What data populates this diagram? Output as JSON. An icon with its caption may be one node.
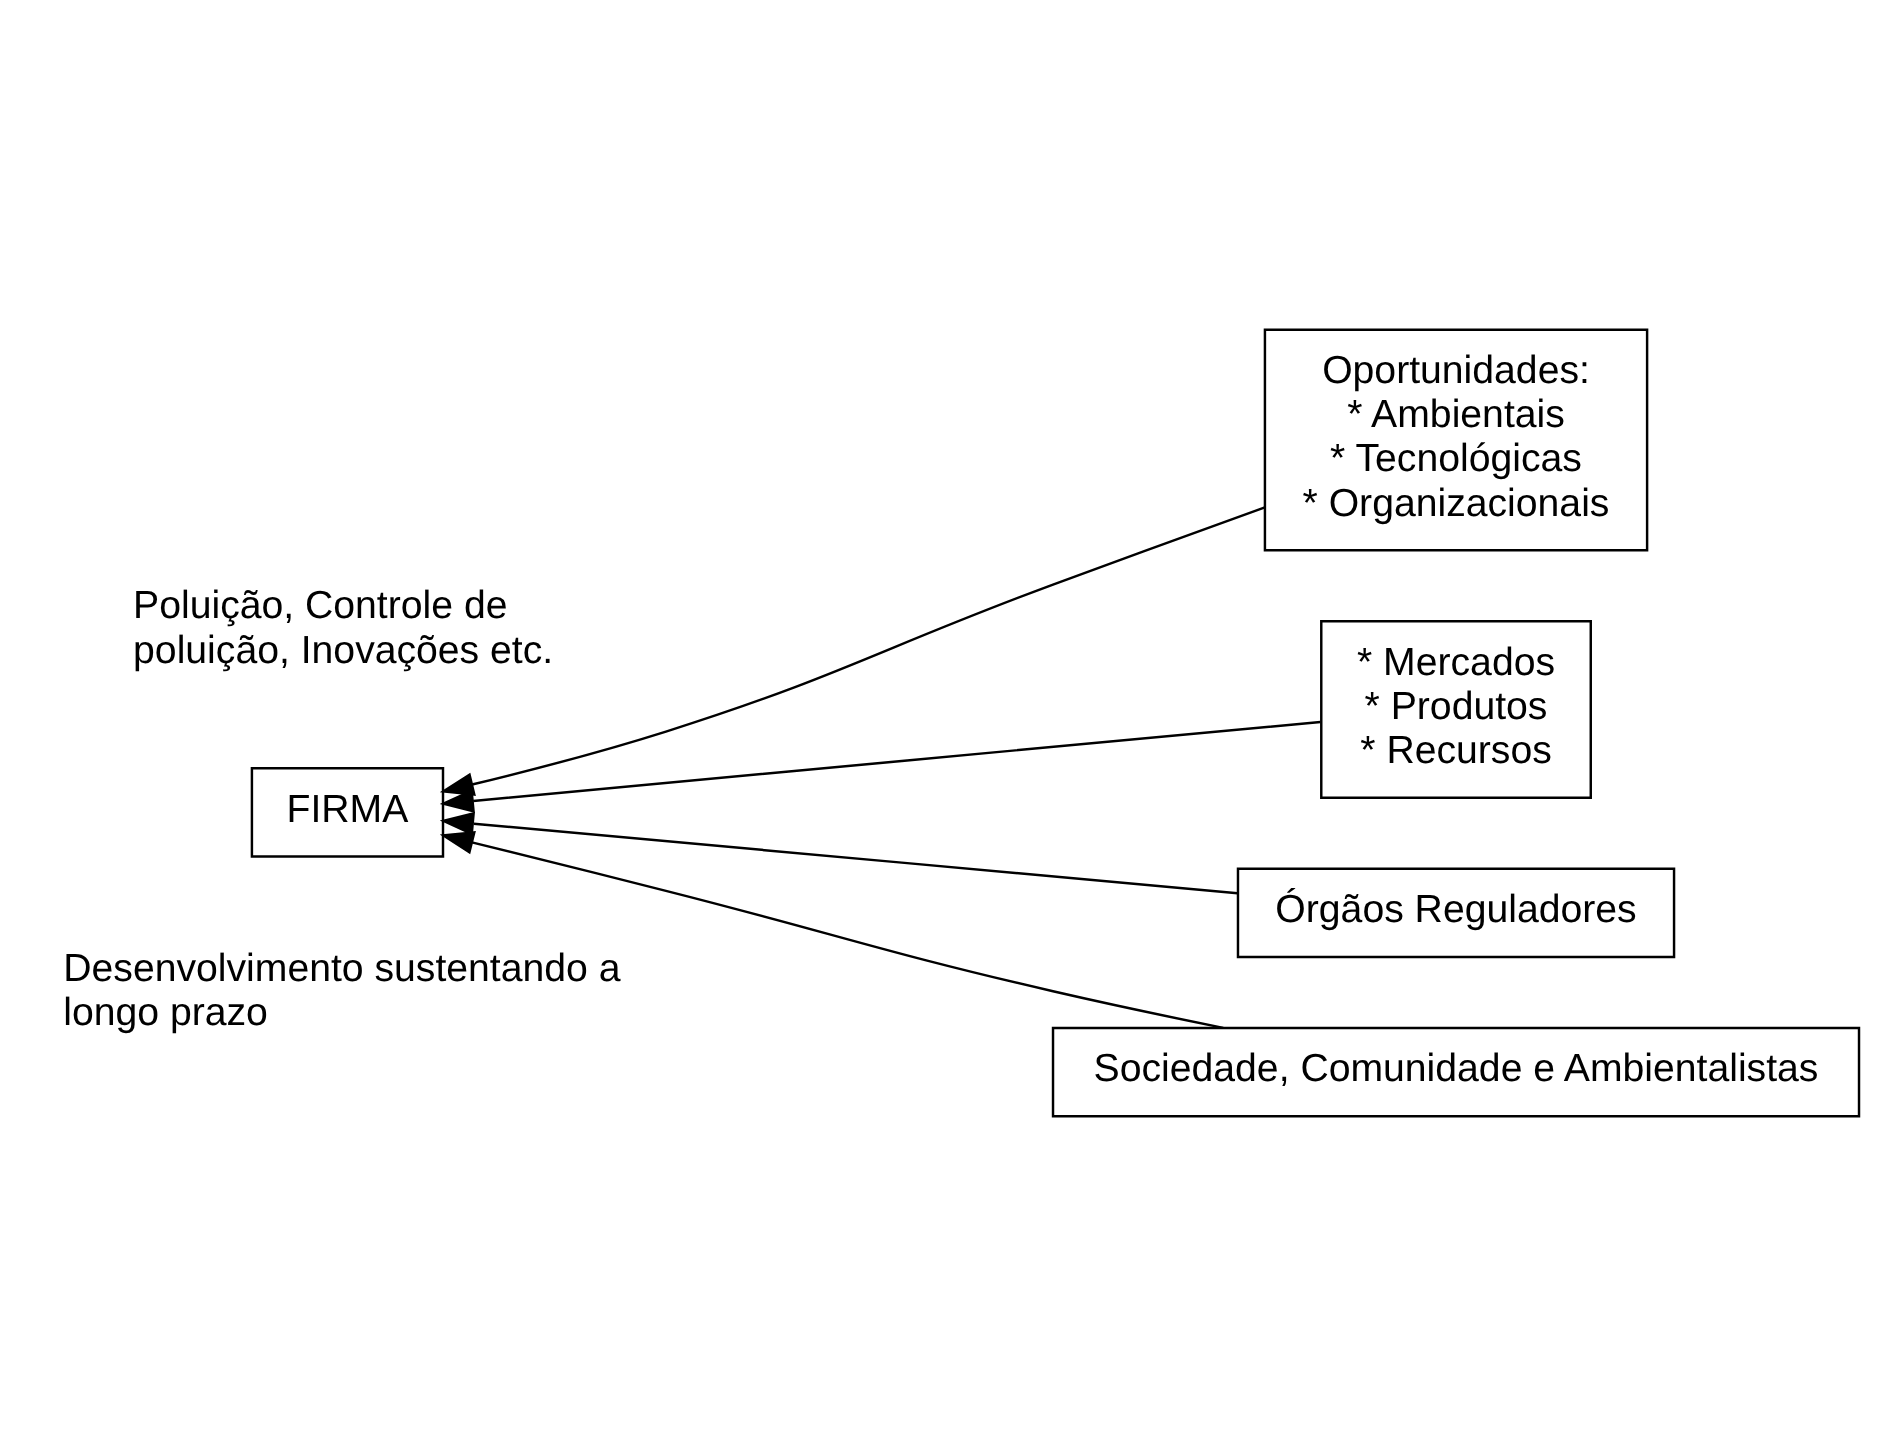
{
  "diagram": {
    "nodes": [
      {
        "text": [
          "FIRMA"
        ]
      },
      {
        "text": [
          "Oportunidades:",
          "* Ambientais",
          "* Tecnológicas",
          "* Organizacionais"
        ]
      },
      {
        "text": [
          "* Mercados",
          "* Produtos",
          "* Recursos"
        ]
      },
      {
        "text": [
          "Órgãos Reguladores"
        ]
      },
      {
        "text": [
          "Sociedade, Comunidade e Ambientalistas"
        ]
      }
    ],
    "edges": [
      {
        "from": 1,
        "to": 0,
        "arrow": "to"
      },
      {
        "from": 2,
        "to": 0,
        "arrow": "to"
      },
      {
        "from": 3,
        "to": 0,
        "arrow": "to"
      },
      {
        "from": 4,
        "to": 0,
        "arrow": "to"
      }
    ],
    "labels": [
      "Poluição, Controle de poluição, Inovações etc.",
      "Desenvolvimento sustentando a longo prazo"
    ]
  }
}
